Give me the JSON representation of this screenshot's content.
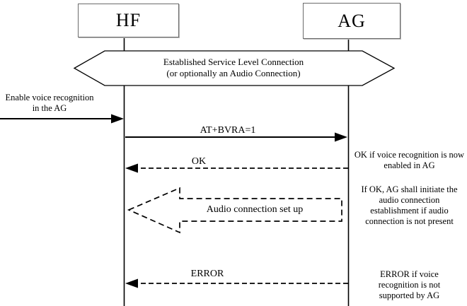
{
  "diagram": {
    "participants": [
      {
        "label": "HF"
      },
      {
        "label": "AG"
      }
    ],
    "banner": {
      "text": "Established Service Level Connection\n(or optionally an Audio Connection)"
    },
    "external_event": {
      "text": "Enable voice recognition\nin the AG"
    },
    "messages": [
      {
        "label": "AT+BVRA=1",
        "from": "HF",
        "to": "AG",
        "style": "solid"
      },
      {
        "label": "OK",
        "from": "AG",
        "to": "HF",
        "style": "dashed"
      },
      {
        "label": "Audio connection set up",
        "from": "AG",
        "to": "HF",
        "style": "open-dashed-block-arrow"
      },
      {
        "label": "ERROR",
        "from": "AG",
        "to": "HF",
        "style": "dashed"
      }
    ],
    "notes": [
      {
        "text": "OK if voice recognition is now\nenabled in AG"
      },
      {
        "text": "If OK, AG shall initiate the\naudio connection\nestablishment if audio\nconnection is not present"
      },
      {
        "text": "ERROR if voice\nrecognition is not\nsupported by AG"
      }
    ],
    "colors": {
      "line": "#000000",
      "background": "#ffffff",
      "box_border": "#6b6b6b"
    }
  }
}
